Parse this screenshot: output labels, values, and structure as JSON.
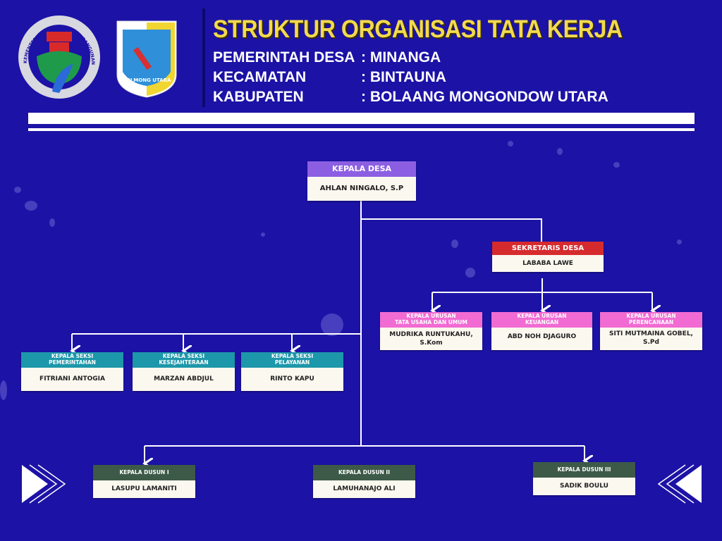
{
  "header": {
    "title": "STRUKTUR ORGANISASI TATA KERJA",
    "rows": [
      {
        "label": "PEMERINTAH DESA",
        "value": ": MINANGA"
      },
      {
        "label": "KECAMATAN",
        "value": ": BINTAUNA"
      },
      {
        "label": "KABUPATEN",
        "value": ": BOLAANG MONGONDOW UTARA"
      }
    ],
    "logo1_text": "KEMENTERIAN DESA DAN PEMBANGUNAN DAERAH TERTINGGAL",
    "logo2_text": "BOLMONG UTARA"
  },
  "colors": {
    "bg": "#1c12a6",
    "title": "#f3da4e",
    "kades": "#8c5fe2",
    "sekdes": "#d62b2e",
    "urusan": "#f16bd3",
    "seksi": "#1d97aa",
    "dusun": "#3d5a48"
  },
  "kepala_desa": {
    "title": "KEPALA DESA",
    "name": "AHLAN NINGALO, S.P"
  },
  "sekretaris": {
    "title": "SEKRETARIS DESA",
    "name": "LABABA LAWE"
  },
  "urusan": [
    {
      "title1": "KEPALA URUSAN",
      "title2": "TATA USAHA DAN UMUM",
      "name1": "MUDRIKA RUNTUKAHU,",
      "name2": "S.Kom"
    },
    {
      "title1": "KEPALA URUSAN",
      "title2": "KEUANGAN",
      "name1": "ABD NOH DJAGURO",
      "name2": ""
    },
    {
      "title1": "KEPALA URUSAN",
      "title2": "PERENCANAAN",
      "name1": "SITI MUTMAINA GOBEL,",
      "name2": "S.Pd"
    }
  ],
  "seksi": [
    {
      "title1": "KEPALA SEKSI",
      "title2": "PEMERINTAHAN",
      "name": "FITRIANI ANTOGIA"
    },
    {
      "title1": "KEPALA SEKSI",
      "title2": "KESEJAHTERAAN",
      "name": "MARZAN ABDJUL"
    },
    {
      "title1": "KEPALA SEKSI",
      "title2": "PELAYANAN",
      "name": "RINTO KAPU"
    }
  ],
  "dusun": [
    {
      "title": "KEPALA DUSUN I",
      "name": "LASUPU LAMANITI"
    },
    {
      "title": "KEPALA DUSUN II",
      "name": "LAMUHANAJO ALI"
    },
    {
      "title": "KEPALA DUSUN III",
      "name": "SADIK BOULU"
    }
  ]
}
